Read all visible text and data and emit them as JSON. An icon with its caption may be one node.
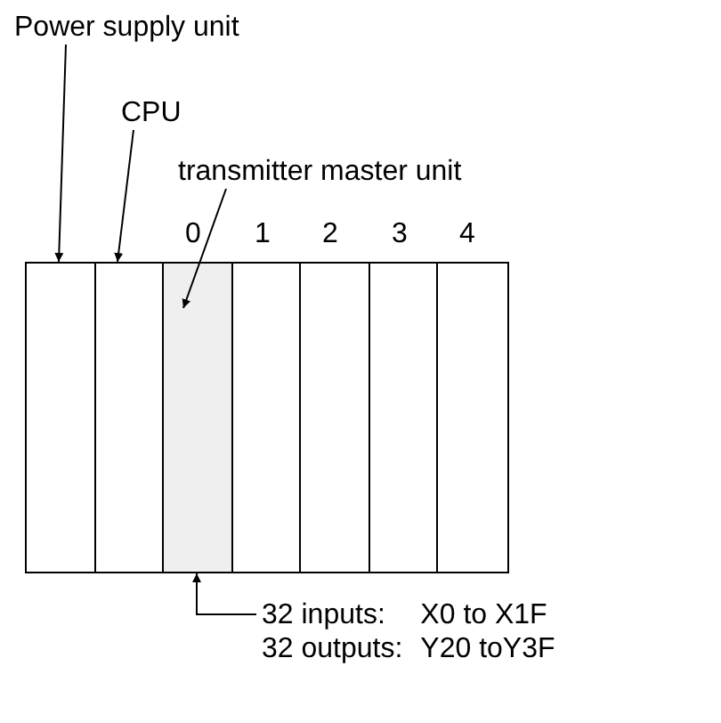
{
  "diagram": {
    "nodes": [
      {
        "text": [
          "Power supply unit"
        ]
      },
      {
        "text": [
          "CPU"
        ]
      },
      {
        "text": [
          "transmitter master unit"
        ]
      },
      {
        "text": [
          "32 inputs:",
          "X0 to X1F",
          "32 outputs:",
          "Y20 toY3F"
        ]
      },
      {
        "text": [],
        "shape": "box"
      },
      {
        "text": [],
        "shape": "box"
      },
      {
        "text": [],
        "shape": "box"
      },
      {
        "text": [],
        "shape": "box"
      },
      {
        "text": [],
        "shape": "box"
      },
      {
        "text": [],
        "shape": "box"
      },
      {
        "text": [],
        "shape": "box"
      }
    ],
    "edges": [
      {
        "from": 0,
        "to": 4,
        "arrow": "to"
      },
      {
        "from": 1,
        "to": 5,
        "arrow": "to"
      },
      {
        "from": 2,
        "to": 6,
        "arrow": "to"
      },
      {
        "from": 3,
        "to": 6,
        "arrow": "to"
      }
    ],
    "labels": [
      "0",
      "1",
      "2",
      "3",
      "4"
    ]
  }
}
